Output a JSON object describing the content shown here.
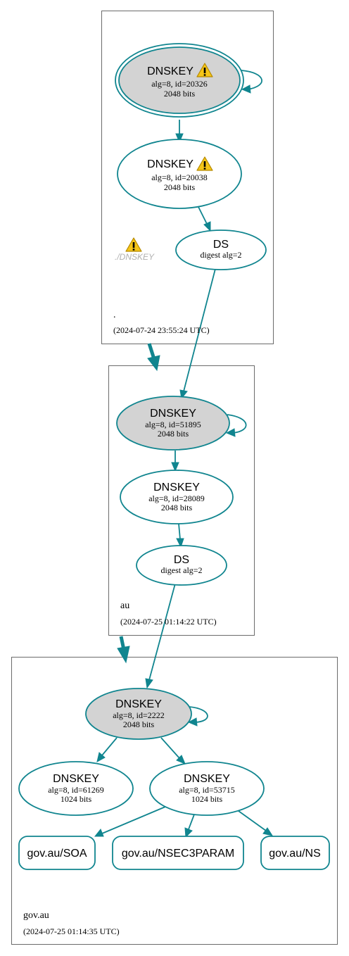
{
  "colors": {
    "accent": "#10858f",
    "sep_fill": "#d3d3d3",
    "node_fill": "#ffffff",
    "warning_fill": "#f5c518",
    "muted_text": "#b0b0b0"
  },
  "zones": {
    "root": {
      "name": ".",
      "timestamp": "(2024-07-24 23:55:24 UTC)",
      "warning_label": "./DNSKEY",
      "ksk": {
        "title": "DNSKEY",
        "detail": "alg=8, id=20326",
        "size": "2048 bits",
        "warning_icon": "warning-icon"
      },
      "zsk": {
        "title": "DNSKEY",
        "detail": "alg=8, id=20038",
        "size": "2048 bits",
        "warning_icon": "warning-icon"
      },
      "ds": {
        "title": "DS",
        "detail": "digest alg=2"
      }
    },
    "au": {
      "name": "au",
      "timestamp": "(2024-07-25 01:14:22 UTC)",
      "ksk": {
        "title": "DNSKEY",
        "detail": "alg=8, id=51895",
        "size": "2048 bits"
      },
      "zsk": {
        "title": "DNSKEY",
        "detail": "alg=8, id=28089",
        "size": "2048 bits"
      },
      "ds": {
        "title": "DS",
        "detail": "digest alg=2"
      }
    },
    "gov_au": {
      "name": "gov.au",
      "timestamp": "(2024-07-25 01:14:35 UTC)",
      "ksk": {
        "title": "DNSKEY",
        "detail": "alg=8, id=2222",
        "size": "2048 bits"
      },
      "zsk1": {
        "title": "DNSKEY",
        "detail": "alg=8, id=61269",
        "size": "1024 bits"
      },
      "zsk2": {
        "title": "DNSKEY",
        "detail": "alg=8, id=53715",
        "size": "1024 bits"
      },
      "rrsets": [
        "gov.au/SOA",
        "gov.au/NSEC3PARAM",
        "gov.au/NS"
      ]
    }
  }
}
